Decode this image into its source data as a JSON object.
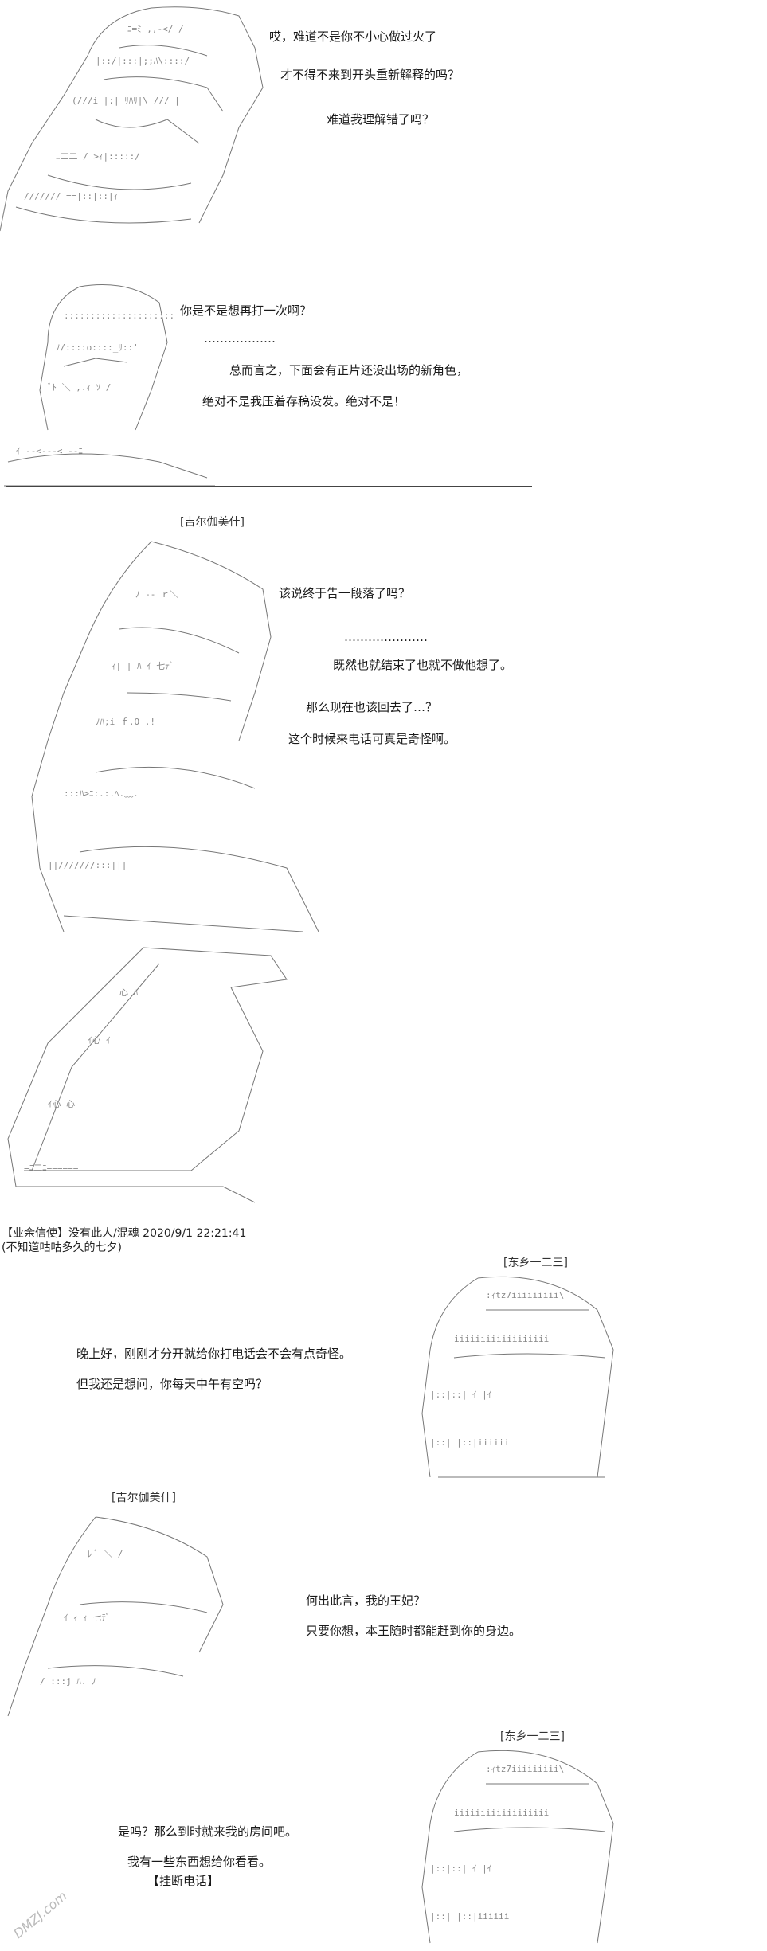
{
  "panel1": {
    "lines": [
      "哎，难道不是你不小心做过火了",
      "才不得不来到开头重新解释的吗？",
      "难道我理解错了吗？"
    ]
  },
  "panel2": {
    "lines": [
      "你是不是想再打一次啊？",
      "………………",
      "总而言之，下面会有正片还没出场的新角色，",
      "绝对不是我压着存稿没发。绝对不是！"
    ]
  },
  "panel3": {
    "speaker": "[吉尔伽美什]",
    "lines": [
      "该说终于告一段落了吗？",
      "…………………",
      "既然也就结束了也就不做他想了。",
      "那么现在也该回去了…？",
      "这个时候来电话可真是奇怪啊。"
    ]
  },
  "credit": {
    "line1": "【业余信使】没有此人/混魂 2020/9/1 22:21:41",
    "line2": "(不知道咕咕多久的七夕)"
  },
  "panel5": {
    "speaker": "[东乡一二三]",
    "lines": [
      "晚上好，刚刚才分开就给你打电话会不会有点奇怪。",
      "但我还是想问，你每天中午有空吗？"
    ]
  },
  "panel6": {
    "speaker": "[吉尔伽美什]",
    "lines": [
      "何出此言，我的王妃？",
      "只要你想，本王随时都能赶到你的身边。"
    ]
  },
  "panel7": {
    "speaker": "[东乡一二三]",
    "lines": [
      "是吗？那么到时就来我的房间吧。",
      "我有一些东西想给你看看。",
      "【挂断电话】"
    ]
  },
  "watermark": "DMZJ.com"
}
